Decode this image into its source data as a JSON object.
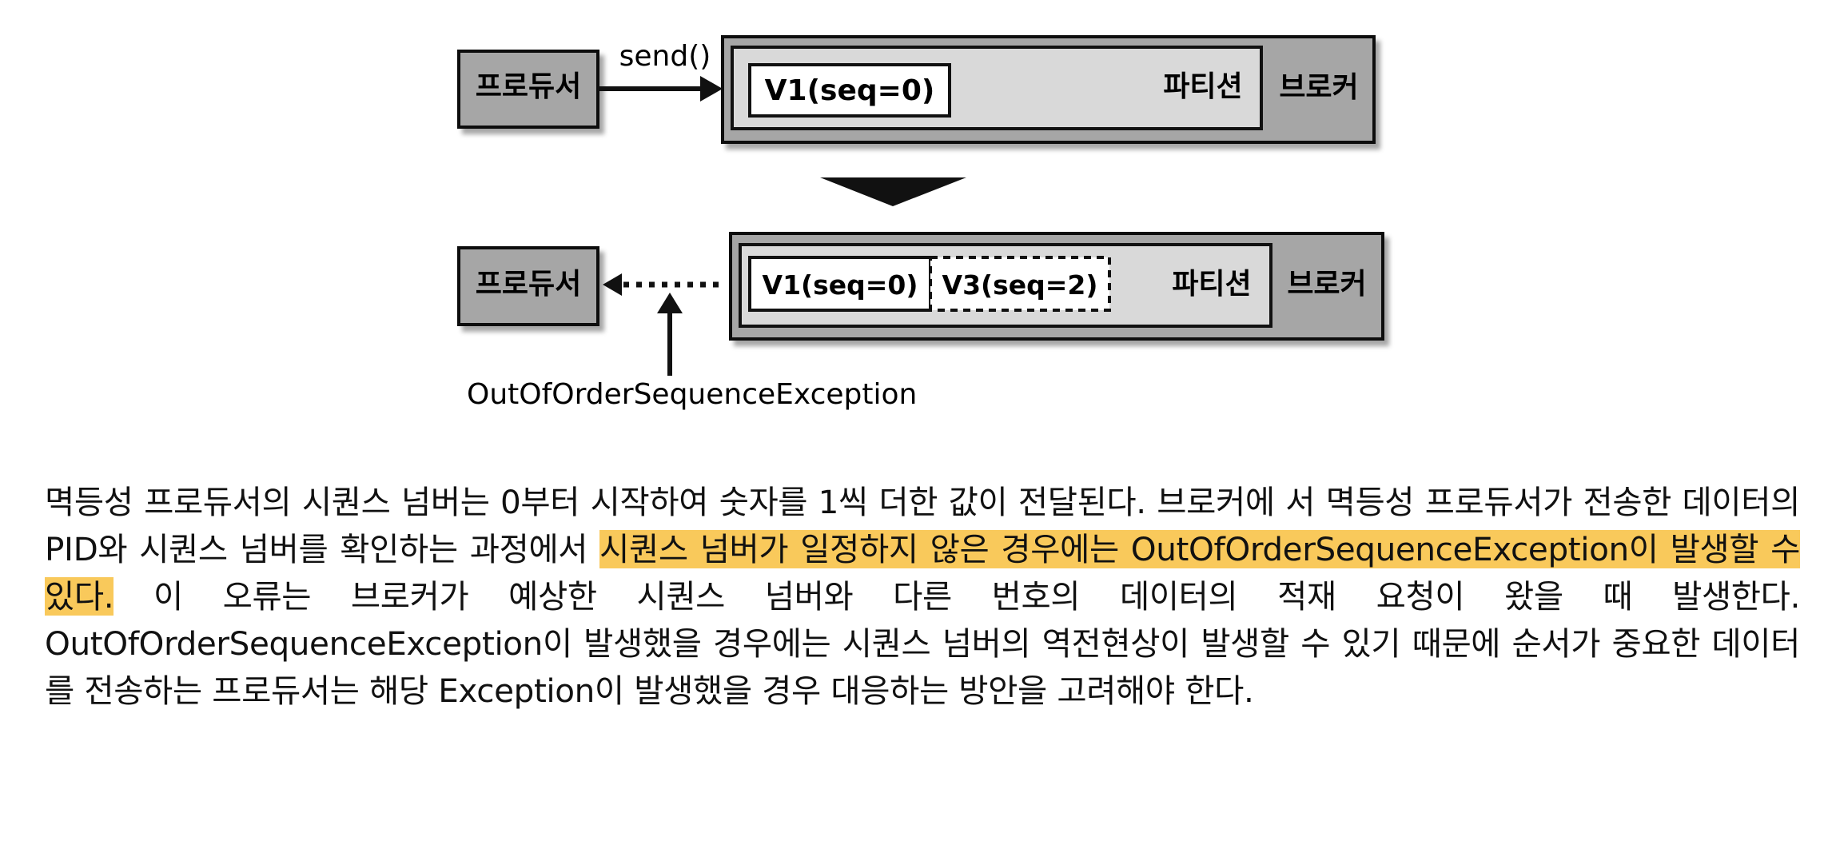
{
  "diagram": {
    "top": {
      "producer_label": "프로듀서",
      "call_label": "send()",
      "record_1": "V1(seq=0)",
      "partition_label": "파티션",
      "broker_label": "브로커"
    },
    "bottom": {
      "producer_label": "프로듀서",
      "record_1": "V1(seq=0)",
      "record_3": "V3(seq=2)",
      "partition_label": "파티션",
      "broker_label": "브로커",
      "exception_label": "OutOfOrderSequenceException"
    }
  },
  "paragraph": {
    "part_1": "멱등성 프로듀서의 시퀀스 넘버는 0부터 시작하여 숫자를 1씩 더한 값이 전달된다. 브로커에 서 멱등성 프로듀서가 전송한 데이터의 PID와 시퀀스 넘버를 확인하는 과정에서 ",
    "highlight": "시퀀스 넘버가 일정하지 않은 경우에는 OutOfOrderSequenceException이 발생할 수 있다.",
    "part_2": " 이 오류는 브로커가 예상한 시퀀스 넘버와 다른 번호의 데이터의 적재 요청이 왔을 때 발생한다. OutOfOrderSequenceException이 발생했을 경우에는 시퀀스 넘버의 역전현상이 발생할 수 있기 때문에 순서가 중요한 데이터를 전송하는 프로듀서는 해당 Exception이 발생했을 경우 대응하는 방안을 고려해야 한다."
  },
  "colors": {
    "highlight": "#f9c95b",
    "producer_fill": "#a6a6a6",
    "broker_fill": "#a6a6a6",
    "partition_fill": "#d9d9d9"
  }
}
